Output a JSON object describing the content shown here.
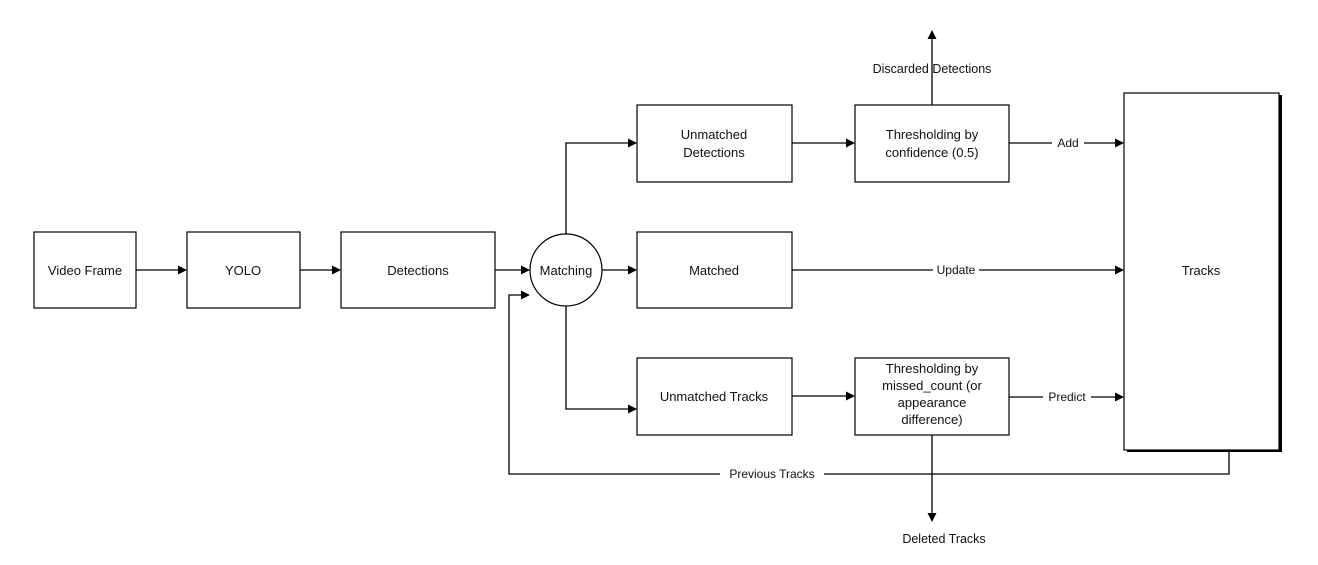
{
  "nodes": {
    "video_frame": "Video Frame",
    "yolo": "YOLO",
    "detections": "Detections",
    "matching": "Matching",
    "unmatched_detections": [
      "Unmatched",
      "Detections"
    ],
    "matched": "Matched",
    "unmatched_tracks": "Unmatched Tracks",
    "threshold_confidence": [
      "Thresholding by",
      "confidence (0.5)"
    ],
    "threshold_missed": [
      "Thresholding by",
      "missed_count (or",
      "appearance",
      "difference)"
    ],
    "tracks": "Tracks"
  },
  "edge_labels": {
    "add": "Add",
    "update": "Update",
    "predict": "Predict",
    "previous_tracks": "Previous Tracks"
  },
  "outputs": {
    "discarded_detections": "Discarded Detections",
    "deleted_tracks": "Deleted Tracks"
  }
}
